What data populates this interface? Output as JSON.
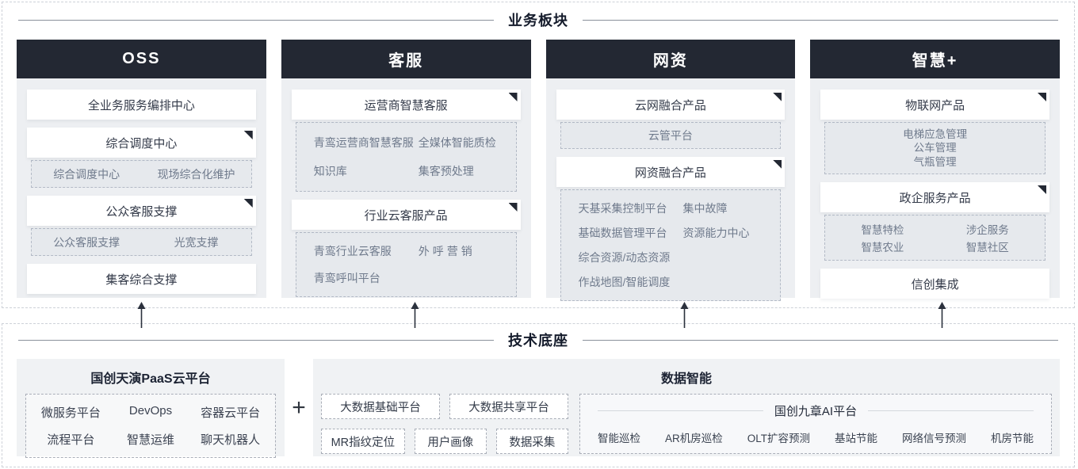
{
  "business": {
    "title": "业务板块",
    "columns": [
      {
        "header": "OSS",
        "cards": [
          {
            "title": "全业务服务编排中心"
          },
          {
            "title": "综合调度中心",
            "children": [
              "综合调度中心",
              "现场综合化维护"
            ]
          },
          {
            "title": "公众客服支撑",
            "children": [
              "公众客服支撑",
              "光宽支撑"
            ]
          },
          {
            "title": "集客综合支撑"
          }
        ]
      },
      {
        "header": "客服",
        "cards": [
          {
            "title": "运营商智慧客服",
            "children": [
              "青鸾运营商智慧客服",
              "全媒体智能质检",
              "知识库",
              "集客预处理"
            ]
          },
          {
            "title": "行业云客服产品",
            "children": [
              "青鸾行业云客服",
              "外呼营销",
              "青鸾呼叫平台"
            ]
          }
        ]
      },
      {
        "header": "网资",
        "cards": [
          {
            "title": "云网融合产品",
            "children": [
              "云管平台"
            ]
          },
          {
            "title": "网资融合产品",
            "children": [
              "天基采集控制平台",
              "集中故障",
              "基础数据管理平台",
              "资源能力中心",
              "综合资源/动态资源",
              "作战地图/智能调度"
            ]
          }
        ]
      },
      {
        "header": "智慧+",
        "cards": [
          {
            "title": "物联网产品",
            "children": [
              "电梯应急管理",
              "公车管理",
              "气瓶管理"
            ]
          },
          {
            "title": "政企服务产品",
            "children": [
              "智慧特检",
              "涉企服务",
              "智慧农业",
              "智慧社区"
            ]
          },
          {
            "title": "信创集成"
          }
        ]
      }
    ]
  },
  "tech": {
    "title": "技术底座",
    "plus": "+",
    "paas": {
      "title": "国创天演PaaS云平台",
      "items": [
        "微服务平台",
        "DevOps",
        "容器云平台",
        "流程平台",
        "智慧运维",
        "聊天机器人"
      ]
    },
    "data_intel": {
      "title": "数据智能",
      "chips_row1": [
        "大数据基础平台",
        "大数据共享平台"
      ],
      "chips_row2": [
        "MR指纹定位",
        "用户画像",
        "数据采集"
      ],
      "ai": {
        "title": "国创九章AI平台",
        "items": [
          "智能巡检",
          "AR机房巡检",
          "OLT扩容预测",
          "基站节能",
          "网络信号预测",
          "机房节能"
        ]
      }
    }
  },
  "colors": {
    "column_header_bg": "#232833",
    "column_body_bg": "#edeff2",
    "subbox_bg": "#e6e9ed",
    "panel_border_dashed": "#cdd1d8",
    "dark_text": "#141b2b",
    "sub_text": "#6f7a8c"
  }
}
